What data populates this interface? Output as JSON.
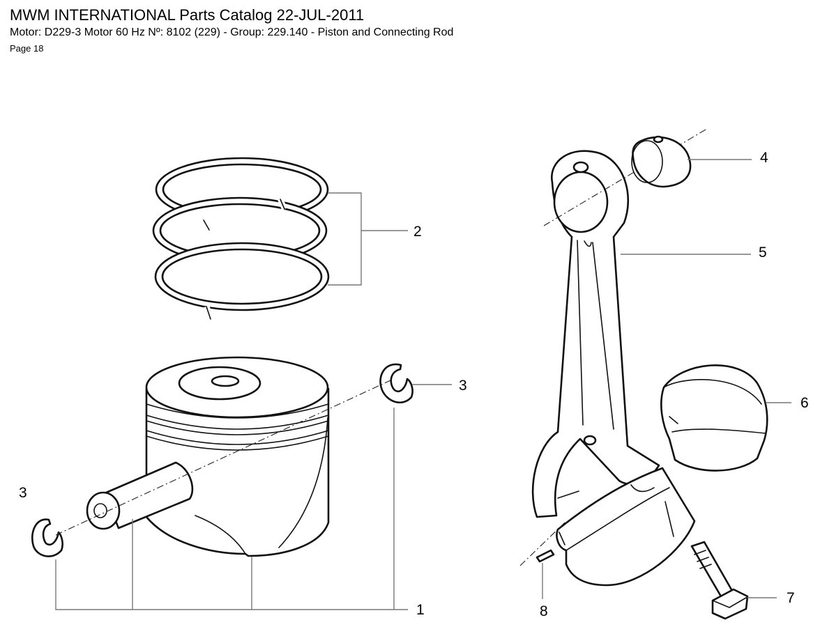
{
  "header": {
    "title": "MWM INTERNATIONAL Parts Catalog 22-JUL-2011",
    "subtitle": "Motor: D229-3 Motor 60 Hz Nº: 8102 (229) - Group: 229.140 - Piston and Connecting Rod",
    "page": "Page 18"
  },
  "callouts": {
    "c1": "1",
    "c2": "2",
    "c3_right": "3",
    "c3_left": "3",
    "c4": "4",
    "c5": "5",
    "c6": "6",
    "c7": "7",
    "c8": "8"
  }
}
